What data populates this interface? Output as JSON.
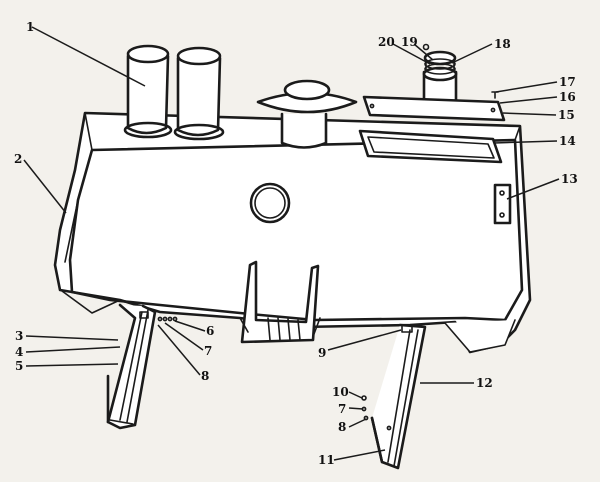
{
  "diagram": {
    "labels": [
      {
        "id": "1",
        "text": "1"
      },
      {
        "id": "2",
        "text": "2"
      },
      {
        "id": "3",
        "text": "3"
      },
      {
        "id": "4",
        "text": "4"
      },
      {
        "id": "5",
        "text": "5"
      },
      {
        "id": "6",
        "text": "6"
      },
      {
        "id": "7a",
        "text": "7"
      },
      {
        "id": "8a",
        "text": "8"
      },
      {
        "id": "9",
        "text": "9"
      },
      {
        "id": "10",
        "text": "10"
      },
      {
        "id": "7b",
        "text": "7"
      },
      {
        "id": "8b",
        "text": "8"
      },
      {
        "id": "11",
        "text": "11"
      },
      {
        "id": "12",
        "text": "12"
      },
      {
        "id": "13",
        "text": "13"
      },
      {
        "id": "14",
        "text": "14"
      },
      {
        "id": "15",
        "text": "15"
      },
      {
        "id": "16",
        "text": "16"
      },
      {
        "id": "17",
        "text": "17"
      },
      {
        "id": "18",
        "text": "18"
      },
      {
        "id": "19",
        "text": "19"
      },
      {
        "id": "20",
        "text": "20"
      }
    ]
  }
}
